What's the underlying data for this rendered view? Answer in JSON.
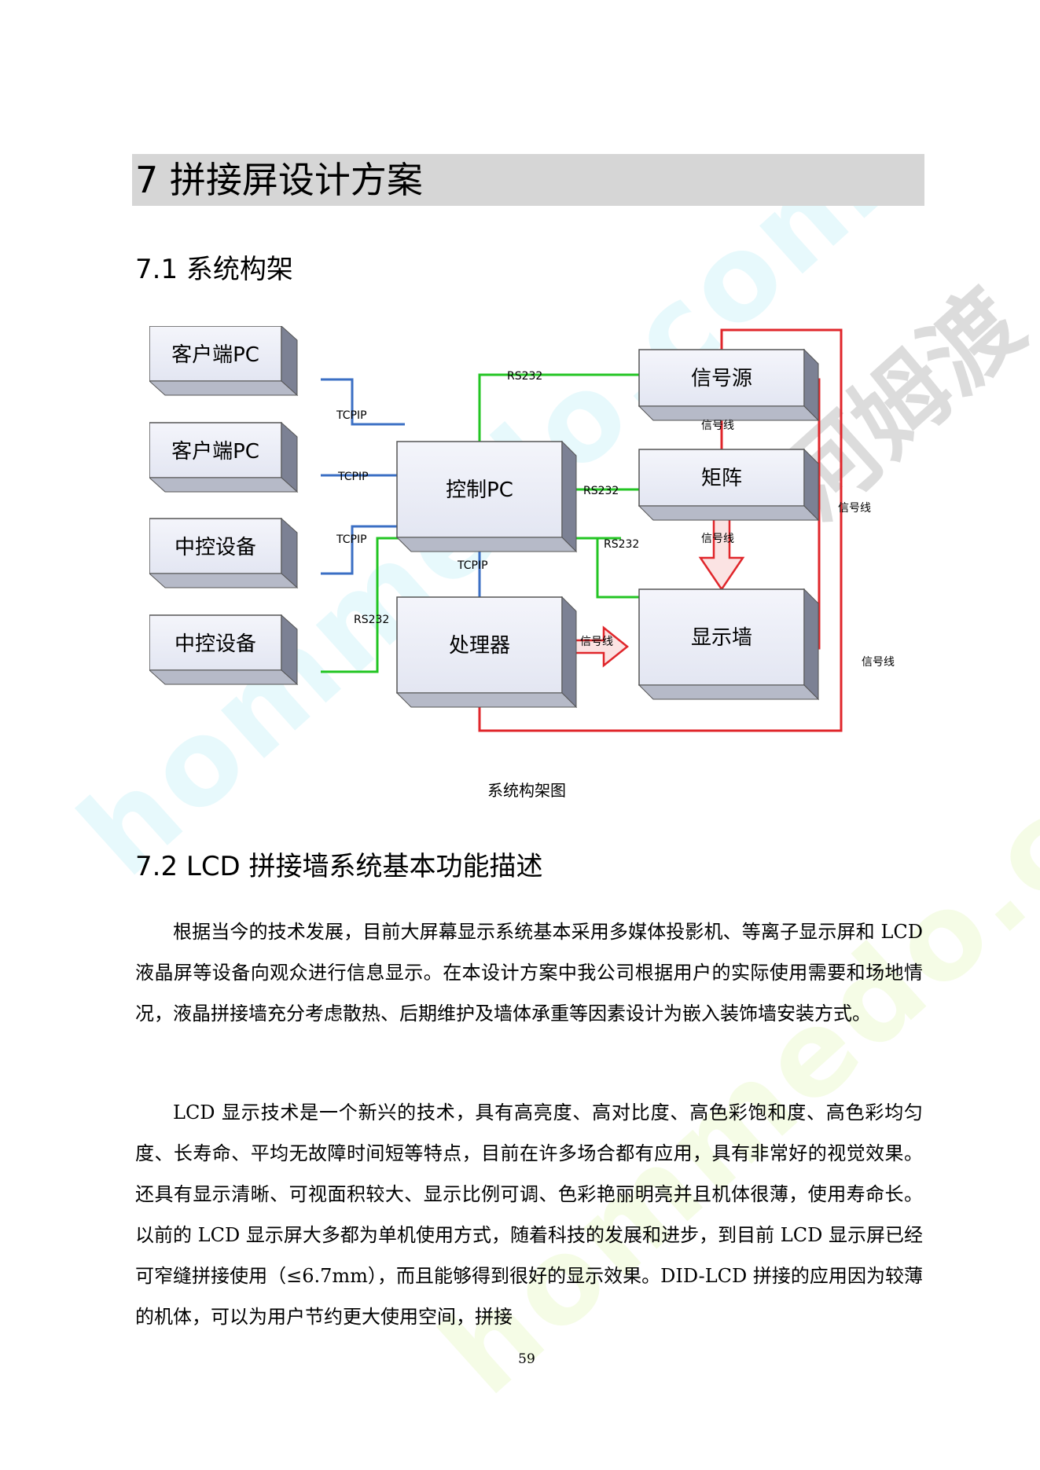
{
  "chapter_title": "7 拼接屏设计方案",
  "section_1_heading": "7.1 系统构架",
  "diagram": {
    "nodes": {
      "client_pc_1": "客户端PC",
      "client_pc_2": "客户端PC",
      "control_device_1": "中控设备",
      "control_device_2": "中控设备",
      "control_pc": "控制PC",
      "processor": "处理器",
      "signal_source": "信号源",
      "matrix": "矩阵",
      "display_wall": "显示墙"
    },
    "edge_labels": {
      "tcpip_1": "TCPIP",
      "tcpip_2": "TCPIP",
      "tcpip_3": "TCPIP",
      "tcpip_processor": "TCPIP",
      "rs232_source": "RS232",
      "rs232_matrix": "RS232",
      "rs232_display": "RS232",
      "rs232_control": "RS232",
      "signal_line_source_matrix": "信号线",
      "signal_line_matrix_display": "信号线",
      "signal_line_processor_display": "信号线",
      "signal_line_right_1": "信号线",
      "signal_line_right_2": "信号线"
    },
    "colors": {
      "tcpip": "#3b6fc4",
      "rs232": "#23c523",
      "signal": "#e0262b"
    }
  },
  "figure_caption": "系统构架图",
  "section_2_heading": "7.2 LCD 拼接墙系统基本功能描述",
  "paragraphs": [
    "根据当今的技术发展，目前大屏幕显示系统基本采用多媒体投影机、等离子显示屏和 LCD 液晶屏等设备向观众进行信息显示。在本设计方案中我公司根据用户的实际使用需要和场地情况，液晶拼接墙充分考虑散热、后期维护及墙体承重等因素设计为嵌入装饰墙安装方式。",
    "LCD 显示技术是一个新兴的技术，具有高亮度、高对比度、高色彩饱和度、高色彩均匀度、长寿命、平均无故障时间短等特点，目前在许多场合都有应用，具有非常好的视觉效果。还具有显示清晰、可视面积较大、显示比例可调、色彩艳丽明亮并且机体很薄，使用寿命长。以前的 LCD 显示屏大多都为单机使用方式，随着科技的发展和进步，到目前 LCD 显示屏已经可窄缝拼接使用（≤6.7mm），而且能够得到很好的显示效果。DID-LCD 拼接的应用因为较薄的机体，可以为用户节约更大使用空间，拼接"
  ],
  "page_number": "59",
  "watermark": {
    "text_en_1": "hommedo.com",
    "text_en_2": "hommedo.com",
    "text_cn": "河姆渡"
  }
}
